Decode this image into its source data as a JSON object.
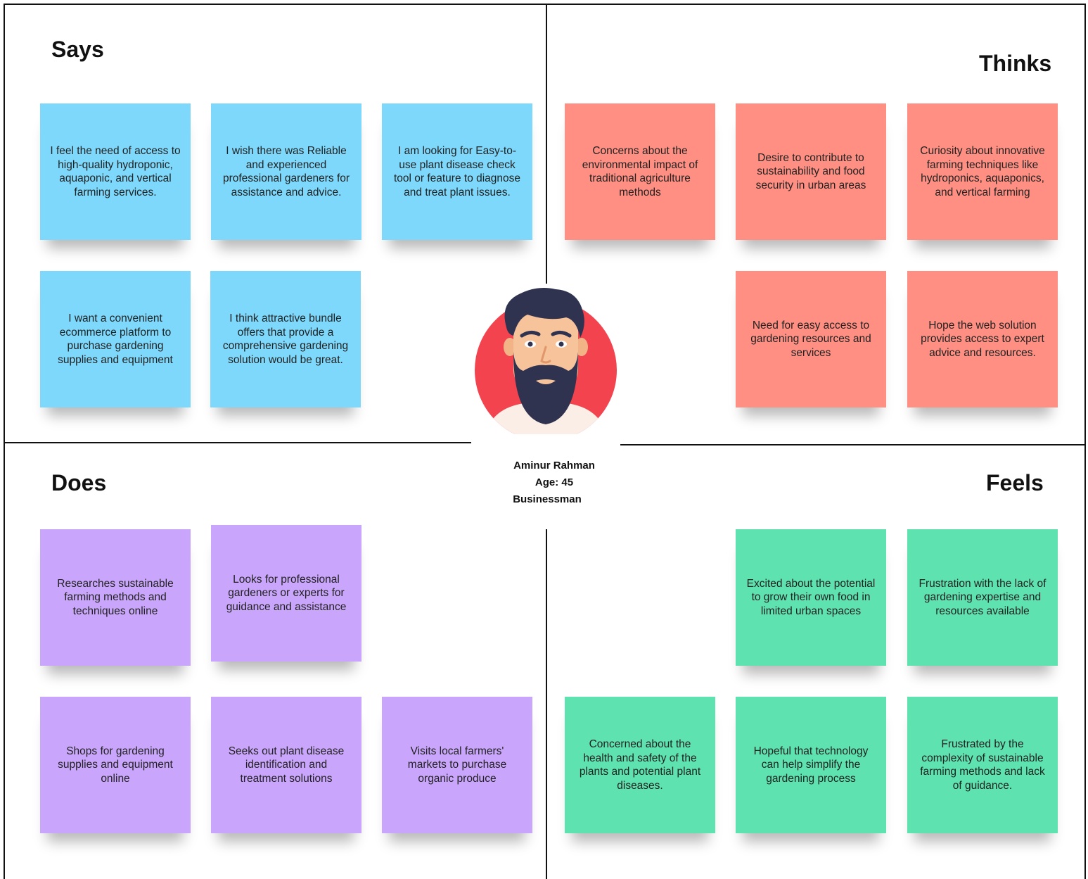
{
  "quadrants": {
    "says": {
      "title": "Says",
      "notes": [
        "I feel the need of access to high-quality hydroponic, aquaponic, and vertical farming services.",
        "I wish there was Reliable and experienced professional gardeners for assistance and advice.",
        "I am looking for Easy-to-use plant disease check tool or feature to diagnose and treat plant issues.",
        "I want a convenient ecommerce platform to purchase gardening supplies and equipment",
        "I think attractive bundle offers that provide a comprehensive gardening solution would be great."
      ]
    },
    "thinks": {
      "title": "Thinks",
      "notes": [
        "Concerns about the environmental impact of traditional agriculture methods",
        "Desire to contribute to sustainability and food security in urban areas",
        "Curiosity about innovative farming techniques like hydroponics, aquaponics, and vertical farming",
        "Need for easy access to gardening resources and services",
        "Hope the web solution provides access to expert advice and resources."
      ]
    },
    "does": {
      "title": "Does",
      "notes": [
        "Researches sustainable farming methods and techniques online",
        "Looks for professional gardeners or experts for guidance and assistance",
        "Shops for gardening supplies and equipment online",
        "Seeks out plant disease identification and treatment solutions",
        "Visits local farmers' markets to purchase organic produce"
      ]
    },
    "feels": {
      "title": "Feels",
      "notes": [
        "Excited about the potential to grow their own food in limited urban spaces",
        "Frustration with the lack of gardening expertise and resources available",
        "Concerned about the health and safety of the plants and potential plant diseases.",
        "Hopeful that technology can help simplify the gardening process",
        "Frustrated by the complexity of sustainable farming methods and lack of guidance."
      ]
    }
  },
  "persona": {
    "name": "Aminur Rahman",
    "age": "Age: 45",
    "occupation": "Businessman"
  },
  "colors": {
    "says": "#7dd8fb",
    "thinks": "#ff8f82",
    "does": "#c9a6fb",
    "feels": "#5ee2b0",
    "avatar_bg": "#f2434f"
  }
}
